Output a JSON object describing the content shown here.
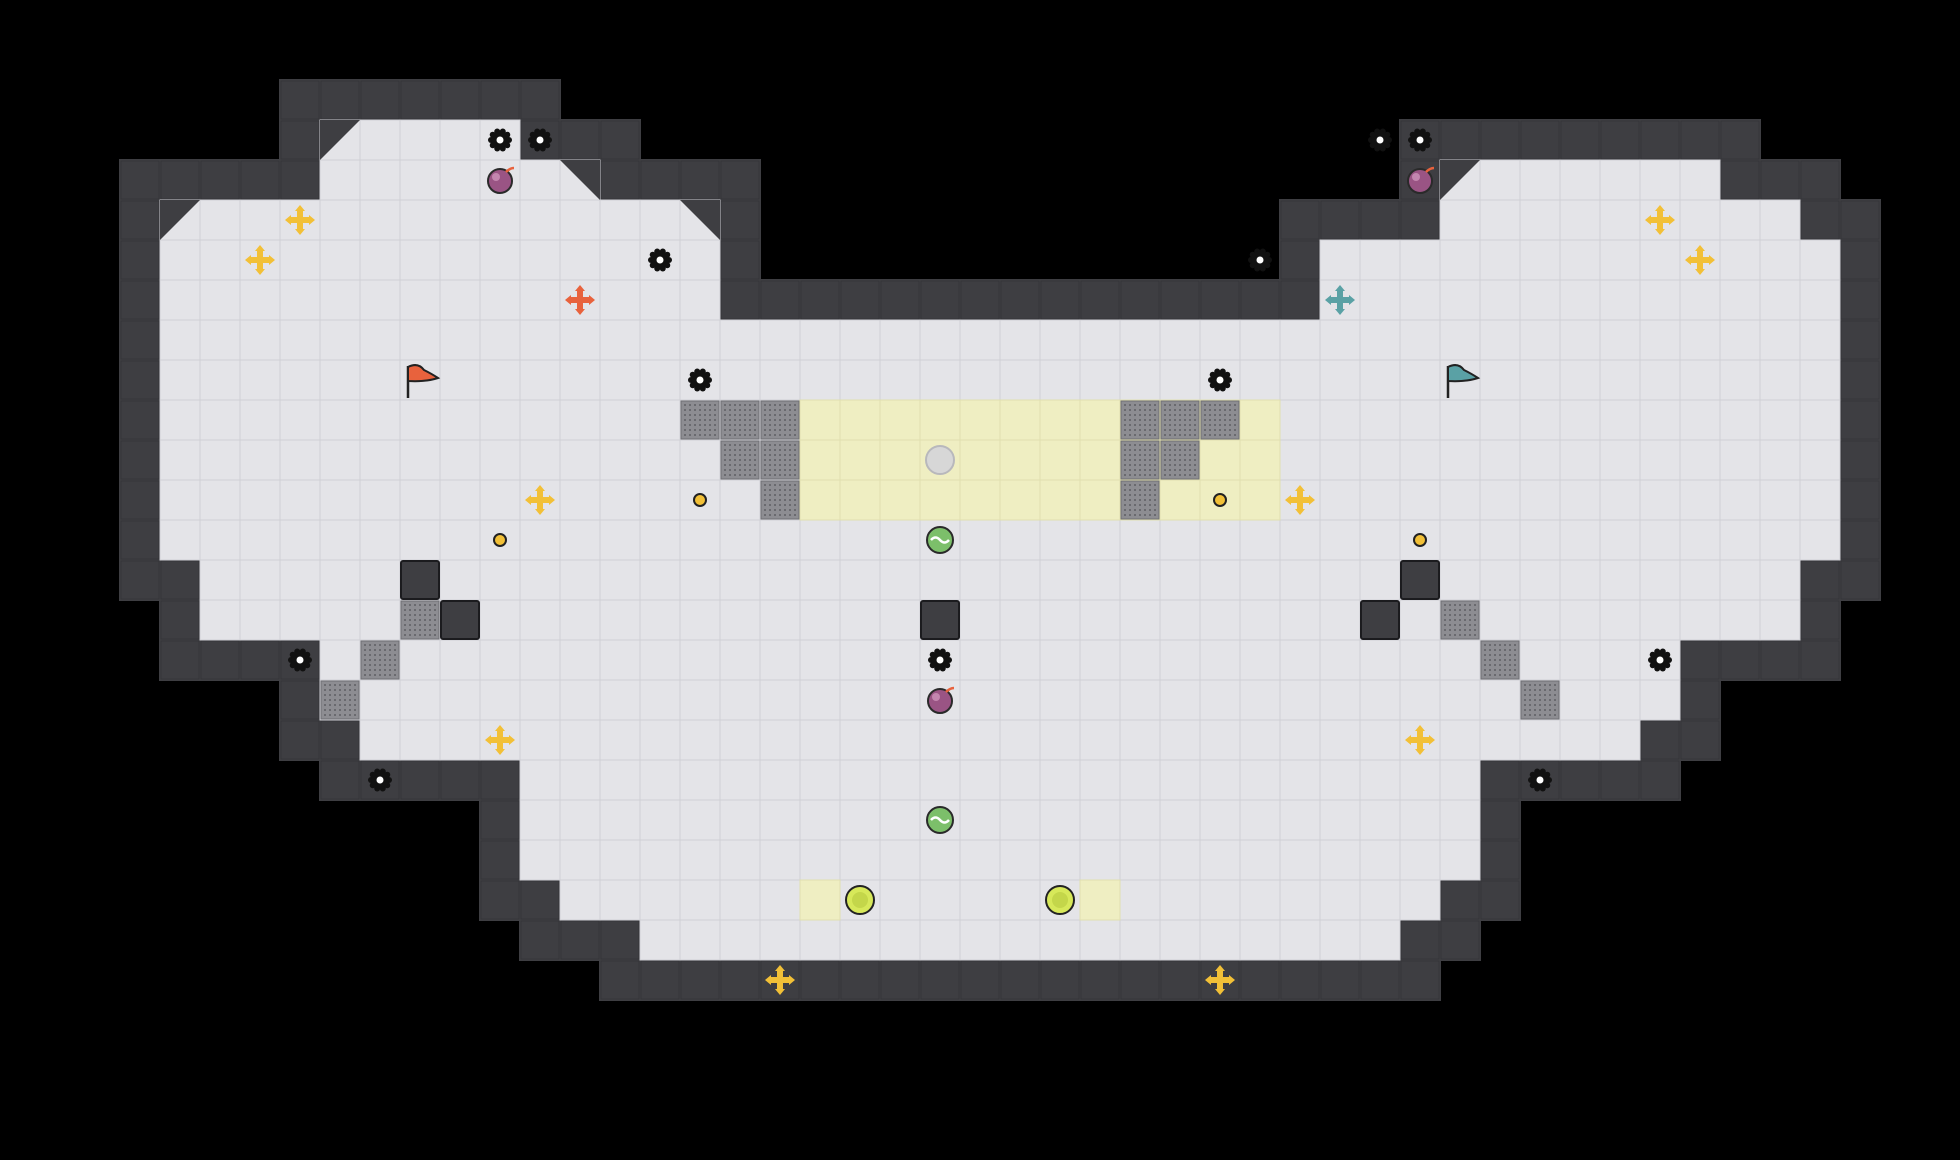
{
  "colors": {
    "background": "#000000",
    "floor": "#e4e4e8",
    "grid_line": "#d0d0d6",
    "wall": "#3e3e42",
    "wall_edge": "#1b1b1e",
    "zone": "#efeec2",
    "grate": "#8d8d92",
    "block": "#3e3e42",
    "spawn_cross": "#f2c037",
    "red_team": "#e8623d",
    "blue_team": "#5aa1a5",
    "bomb": "#9a5484",
    "powerup": "#7cbf6a",
    "coin": "#f2c037",
    "goal_button": "#d7e85a",
    "mine": "#111111"
  },
  "map": {
    "cols": 44,
    "rows": 25,
    "floor_rows": [
      [
        [
          5,
          9
        ]
      ],
      [
        [
          5,
          11
        ],
        [
          33,
          39
        ]
      ],
      [
        [
          1,
          14
        ],
        [
          33,
          41
        ]
      ],
      [
        [
          1,
          14
        ],
        [
          30,
          42
        ]
      ],
      [
        [
          1,
          14
        ],
        [
          30,
          42
        ]
      ],
      [
        [
          1,
          42
        ]
      ],
      [
        [
          1,
          42
        ]
      ],
      [
        [
          1,
          42
        ]
      ],
      [
        [
          1,
          42
        ]
      ],
      [
        [
          1,
          42
        ]
      ],
      [
        [
          1,
          42
        ]
      ],
      [
        [
          2,
          41
        ]
      ],
      [
        [
          2,
          41
        ]
      ],
      [
        [
          5,
          38
        ]
      ],
      [
        [
          5,
          38
        ]
      ],
      [
        [
          6,
          37
        ]
      ],
      [
        [
          10,
          33
        ]
      ],
      [
        [
          10,
          33
        ]
      ],
      [
        [
          10,
          33
        ]
      ],
      [
        [
          11,
          32
        ]
      ],
      [
        [
          13,
          31
        ]
      ]
    ],
    "floor_origin_row": 1,
    "zone_tiles": [
      [
        17,
        8
      ],
      [
        18,
        8
      ],
      [
        19,
        8
      ],
      [
        20,
        8
      ],
      [
        21,
        8
      ],
      [
        22,
        8
      ],
      [
        23,
        8
      ],
      [
        24,
        8
      ],
      [
        25,
        8
      ],
      [
        26,
        8
      ],
      [
        27,
        8
      ],
      [
        28,
        8
      ],
      [
        17,
        9
      ],
      [
        18,
        9
      ],
      [
        19,
        9
      ],
      [
        20,
        9
      ],
      [
        21,
        9
      ],
      [
        22,
        9
      ],
      [
        23,
        9
      ],
      [
        24,
        9
      ],
      [
        25,
        9
      ],
      [
        26,
        9
      ],
      [
        27,
        9
      ],
      [
        28,
        9
      ],
      [
        17,
        10
      ],
      [
        18,
        10
      ],
      [
        19,
        10
      ],
      [
        20,
        10
      ],
      [
        21,
        10
      ],
      [
        22,
        10
      ],
      [
        23,
        10
      ],
      [
        24,
        10
      ],
      [
        25,
        10
      ],
      [
        26,
        10
      ],
      [
        27,
        10
      ],
      [
        28,
        10
      ],
      [
        17,
        20
      ],
      [
        24,
        20
      ]
    ],
    "grates": [
      [
        14,
        8
      ],
      [
        15,
        8
      ],
      [
        16,
        8
      ],
      [
        15,
        9
      ],
      [
        16,
        9
      ],
      [
        16,
        10
      ],
      [
        25,
        8
      ],
      [
        26,
        8
      ],
      [
        27,
        8
      ],
      [
        25,
        9
      ],
      [
        26,
        9
      ],
      [
        25,
        10
      ],
      [
        7,
        13
      ],
      [
        6,
        14
      ],
      [
        5,
        15
      ],
      [
        33,
        13
      ],
      [
        34,
        14
      ],
      [
        35,
        15
      ]
    ],
    "blocks": [
      [
        7,
        12
      ],
      [
        8,
        13
      ],
      [
        20,
        13
      ],
      [
        32,
        12
      ],
      [
        31,
        13
      ]
    ],
    "spawn_crosses": [
      [
        4,
        3
      ],
      [
        3,
        4
      ],
      [
        38,
        3
      ],
      [
        39,
        4
      ],
      [
        10,
        10
      ],
      [
        9,
        16
      ],
      [
        29,
        10
      ],
      [
        32,
        16
      ],
      [
        16,
        22
      ],
      [
        27,
        22
      ]
    ],
    "red_spawn": [
      [
        11,
        5
      ]
    ],
    "blue_spawn": [
      [
        30,
        5
      ]
    ],
    "mines": [
      [
        9,
        1
      ],
      [
        10,
        1
      ],
      [
        31,
        1
      ],
      [
        32,
        1
      ],
      [
        13,
        4
      ],
      [
        28,
        4
      ],
      [
        14,
        7
      ],
      [
        27,
        7
      ],
      [
        4,
        14
      ],
      [
        38,
        14
      ],
      [
        20,
        14
      ],
      [
        6,
        17
      ],
      [
        35,
        17
      ]
    ],
    "bombs": [
      [
        9,
        2
      ],
      [
        32,
        2
      ],
      [
        20,
        15
      ]
    ],
    "powerups": [
      [
        20,
        11
      ],
      [
        20,
        18
      ]
    ],
    "coins": [
      [
        14,
        10
      ],
      [
        27,
        10
      ],
      [
        9,
        11
      ],
      [
        32,
        11
      ]
    ],
    "goal_buttons": [
      [
        18,
        20
      ],
      [
        23,
        20
      ]
    ],
    "ball": [
      [
        20,
        9
      ]
    ],
    "red_flag": [
      [
        7,
        7
      ]
    ],
    "blue_flag": [
      [
        33,
        7
      ]
    ]
  }
}
